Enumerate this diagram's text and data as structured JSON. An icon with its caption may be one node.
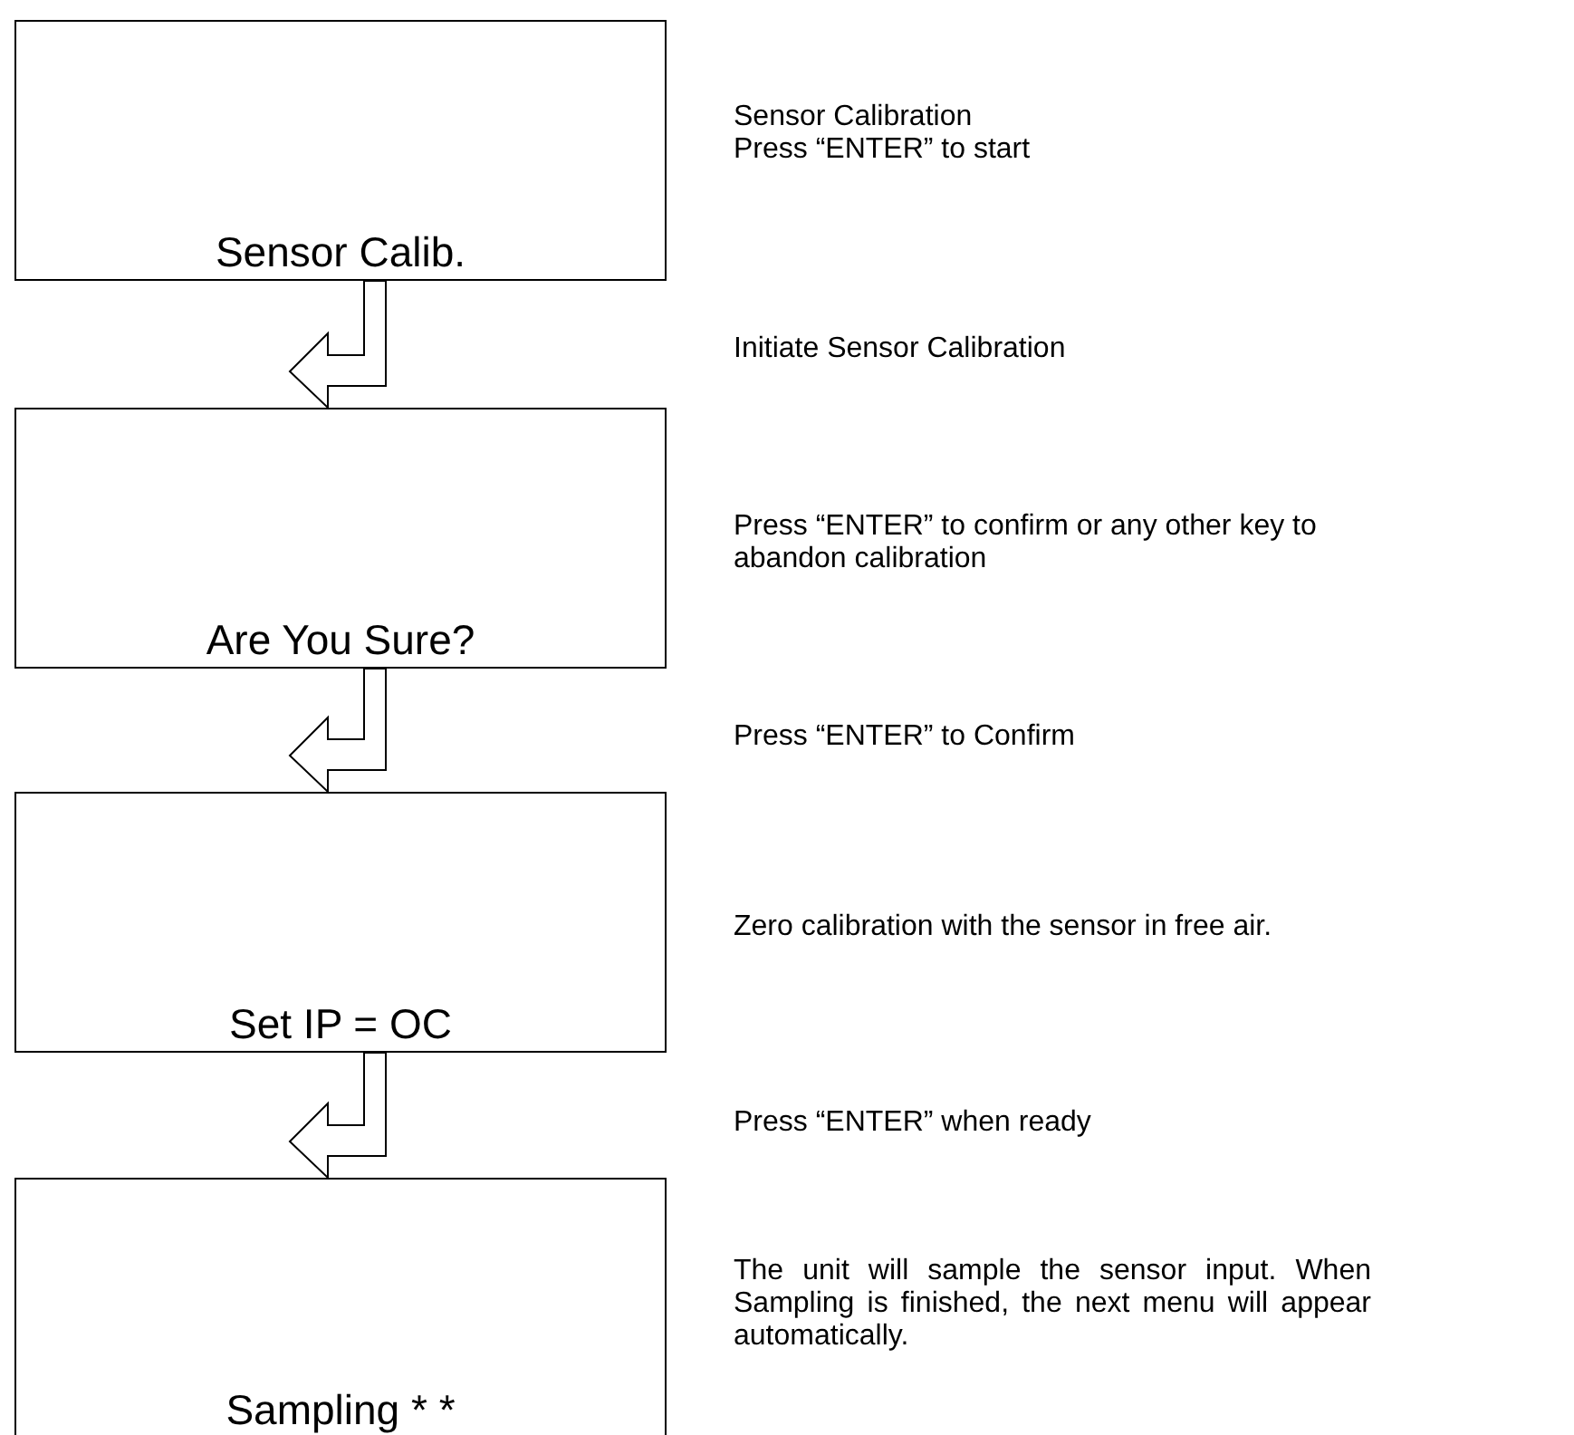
{
  "diagram": {
    "nodes": [
      {
        "text": [
          "Sensor Calib."
        ],
        "beside": [
          "Sensor Calibration",
          "Press “ENTER” to start"
        ]
      },
      {
        "text": [
          "Are You Sure?"
        ],
        "beside": [
          "Press “ENTER” to confirm or any other key to abandon calibration"
        ]
      },
      {
        "text": [
          "Set IP = OC"
        ],
        "beside": [
          "Zero calibration with the sensor in free air."
        ]
      },
      {
        "text": [
          "Sampling * *"
        ],
        "beside": [
          "The unit will sample the sensor input. When Sampling is finished, the next menu will appear automatically."
        ]
      }
    ],
    "edges": [
      {
        "from": 0,
        "to": 1,
        "arrow": "to"
      },
      {
        "from": 1,
        "to": 2,
        "arrow": "to"
      },
      {
        "from": 2,
        "to": 3,
        "arrow": "to"
      }
    ],
    "labels": [
      "Initiate Sensor Calibration",
      "Press “ENTER” to Confirm",
      "Press “ENTER” when ready"
    ]
  }
}
